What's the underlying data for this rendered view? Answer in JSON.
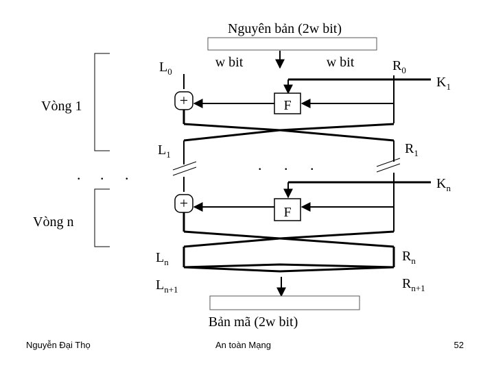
{
  "diagram": {
    "top_label": "Nguyên bản (2w bit)",
    "bottom_label": "Bản mã (2w bit)",
    "left_half": "w bit",
    "right_half": "w bit",
    "L0": {
      "base": "L",
      "sub": "0"
    },
    "R0": {
      "base": "R",
      "sub": "0"
    },
    "K1": {
      "base": "K",
      "sub": "1"
    },
    "L1": {
      "base": "L",
      "sub": "1"
    },
    "R1": {
      "base": "R",
      "sub": "1"
    },
    "Kn": {
      "base": "K",
      "sub": "n"
    },
    "Ln": {
      "base": "L",
      "sub": "n"
    },
    "Rn": {
      "base": "R",
      "sub": "n"
    },
    "Ln1": {
      "base": "L",
      "sub": "n+1"
    },
    "Rn1": {
      "base": "R",
      "sub": "n+1"
    },
    "round_1": "Vòng 1",
    "round_n": "Vòng n",
    "f_label": "F",
    "xor_symbol": "+",
    "dot": "."
  },
  "footer": {
    "author": "Nguyễn Đại Thọ",
    "course": "An toàn Mạng",
    "page": "52"
  }
}
